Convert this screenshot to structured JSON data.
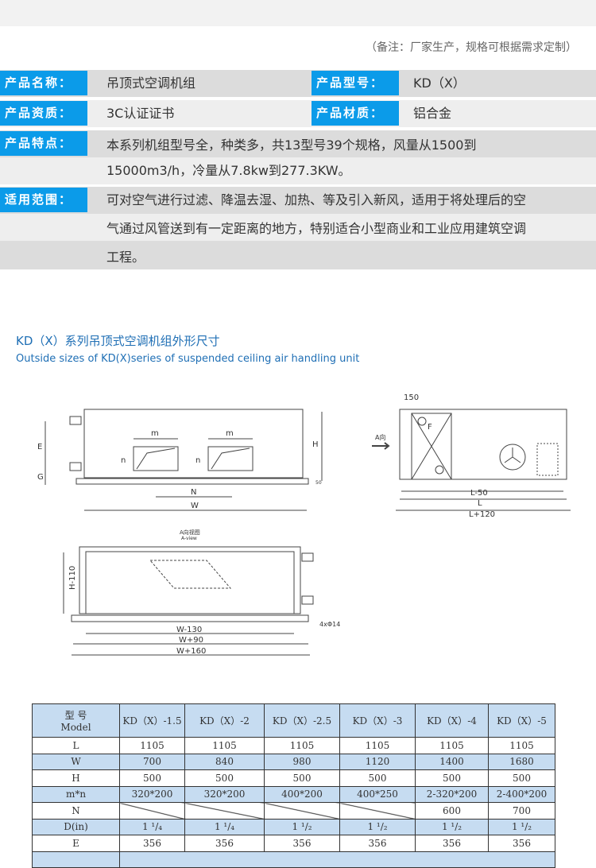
{
  "note": "（备注：厂家生产，规格可根据需求定制）",
  "info": {
    "name_label": "产品名称：",
    "name_value": "吊顶式空调机组",
    "model_label": "产品型号：",
    "model_value": "KD（X）",
    "qual_label": "产品资质：",
    "qual_value": "3C认证证书",
    "material_label": "产品材质：",
    "material_value": "铝合金",
    "feature_label": "产品特点：",
    "feature_lines": [
      "本系列机组型号全，种类多，共13型号39个规格，风量从1500到",
      "15000m3/h，冷量从7.8kw到277.3KW。"
    ],
    "scope_label": "适用范围：",
    "scope_lines": [
      "可对空气进行过滤、降温去湿、加热、等及引入新风，适用于将处理后的空",
      "气通过风管送到有一定距离的地方，特别适合小型商业和工业应用建筑空调",
      "工程。"
    ]
  },
  "section": {
    "title_cn": "KD（X）系列吊顶式空调机组外形尺寸",
    "title_en": "Outside sizes of KD(X)series of suspended ceiling air handling unit"
  },
  "drawing": {
    "front": {
      "m": "m",
      "n": "n",
      "E": "E",
      "G": "G",
      "H": "H",
      "N": "N",
      "W": "W",
      "dim_small": "50"
    },
    "side": {
      "dim150": "150",
      "F": "F",
      "arrow": "A向",
      "L50": "L-50",
      "L": "L",
      "L120": "L+120"
    },
    "aview": {
      "title": "A向视图",
      "subtitle": "A-view",
      "H110": "H-110",
      "W130": "W-130",
      "W90": "W+90",
      "W160": "W+160",
      "holes": "4xΦ14"
    }
  },
  "table": {
    "header_cn": "型 号",
    "header_en": "Model",
    "models": [
      "KD（X）-1.5",
      "KD（X）-2",
      "KD（X）-2.5",
      "KD（X）-3",
      "KD（X）-4",
      "KD（X）-5"
    ],
    "rows": [
      {
        "label": "L",
        "values": [
          "1105",
          "1105",
          "1105",
          "1105",
          "1105",
          "1105"
        ]
      },
      {
        "label": "W",
        "values": [
          "700",
          "840",
          "980",
          "1120",
          "1400",
          "1680"
        ]
      },
      {
        "label": "H",
        "values": [
          "500",
          "500",
          "500",
          "500",
          "500",
          "500"
        ]
      },
      {
        "label": "m*n",
        "values": [
          "320*200",
          "320*200",
          "400*200",
          "400*250",
          "2-320*200",
          "2-400*200"
        ]
      },
      {
        "label": "N",
        "values": [
          "",
          "",
          "",
          "",
          "600",
          "700"
        ]
      },
      {
        "label": "D(in)",
        "values": [
          "1 ¹/₄",
          "1 ¹/₄",
          "1 ¹/₂",
          "1 ¹/₂",
          "1 ¹/₂",
          "1 ¹/₂"
        ]
      },
      {
        "label": "E",
        "values": [
          "356",
          "356",
          "356",
          "356",
          "356",
          "356"
        ]
      }
    ]
  }
}
